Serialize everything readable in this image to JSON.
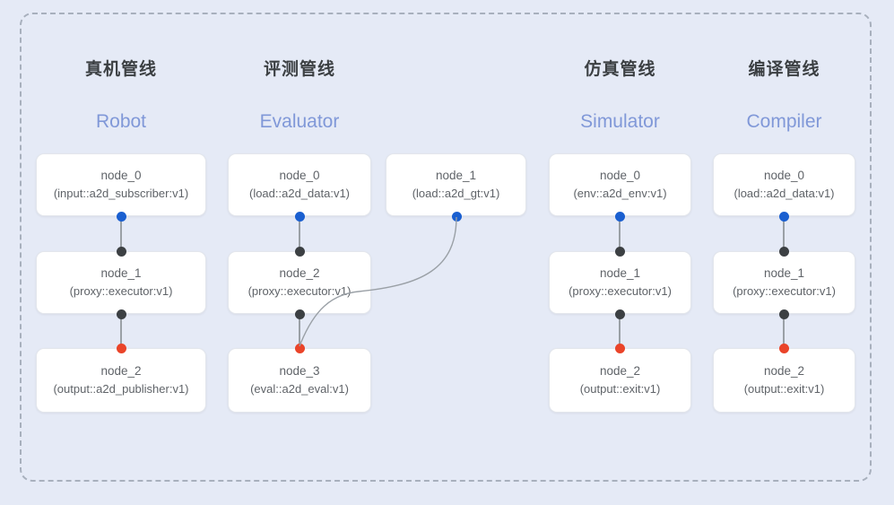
{
  "panel": {
    "background_color": "#e5eaf6",
    "frame_style": "dashed",
    "frame_color": "#a8b0bd"
  },
  "theme": {
    "card_bg": "#ffffff",
    "card_border": "#e3e6ec",
    "text_color": "#5f6368",
    "title_color": "#3c4043",
    "subtitle_color": "#8098d8",
    "port_blue": "#1a5fd0",
    "port_black": "#3c4043",
    "port_red": "#ea4429",
    "edge_color": "#9aa0a6"
  },
  "columns": [
    {
      "title_cn": "真机管线",
      "title_en": "Robot",
      "nodes": [
        {
          "name": "node_0",
          "kind": "(input::a2d_subscriber:v1)"
        },
        {
          "name": "node_1",
          "kind": "(proxy::executor:v1)"
        },
        {
          "name": "node_2",
          "kind": "(output::a2d_publisher:v1)"
        }
      ]
    },
    {
      "title_cn": "评测管线",
      "title_en": "Evaluator",
      "nodes": [
        {
          "name": "node_0",
          "kind": "(load::a2d_data:v1)"
        },
        {
          "name": "node_1",
          "kind": "(load::a2d_gt:v1)"
        },
        {
          "name": "node_2",
          "kind": "(proxy::executor:v1)"
        },
        {
          "name": "node_3",
          "kind": "(eval::a2d_eval:v1)"
        }
      ]
    },
    {
      "title_cn": "仿真管线",
      "title_en": "Simulator",
      "nodes": [
        {
          "name": "node_0",
          "kind": "(env::a2d_env:v1)"
        },
        {
          "name": "node_1",
          "kind": "(proxy::executor:v1)"
        },
        {
          "name": "node_2",
          "kind": "(output::exit:v1)"
        }
      ]
    },
    {
      "title_cn": "编译管线",
      "title_en": "Compiler",
      "nodes": [
        {
          "name": "node_0",
          "kind": "(load::a2d_data:v1)"
        },
        {
          "name": "node_1",
          "kind": "(proxy::executor:v1)"
        },
        {
          "name": "node_2",
          "kind": "(output::exit:v1)"
        }
      ]
    }
  ]
}
